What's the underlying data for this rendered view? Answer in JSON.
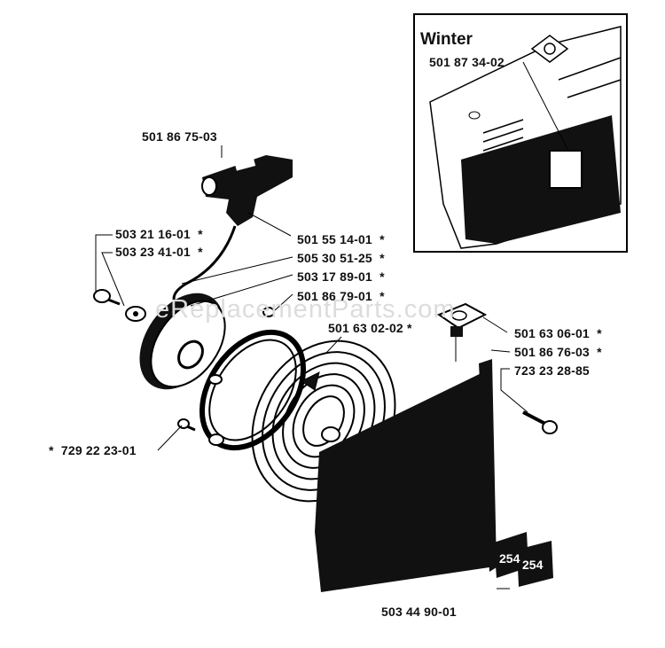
{
  "inset": {
    "title": "Winter",
    "part": "501 87 34-02"
  },
  "watermark": "eReplacementParts.com",
  "parts": {
    "handle": "501 86 75-03",
    "p1": "503 21 16-01",
    "p2": "503 23 41-01",
    "p3": "501 55 14-01",
    "p4": "505 30 51-25",
    "p5": "503 17 89-01",
    "p6": "501 86 79-01",
    "p7": "501 63 02-02",
    "p8": "501 63 06-01",
    "p9": "501 86 76-03",
    "p10": "723 23 28-85",
    "p11": "729 22 23-01",
    "p12": "503 44 90-01"
  },
  "markers": {
    "p1": "*",
    "p2": "*",
    "p3": "*",
    "p4": "*",
    "p5": "*",
    "p6": "*",
    "p7": "*",
    "p8": "*",
    "p9": "*",
    "p11": "*"
  },
  "badges": [
    "254",
    "254"
  ]
}
